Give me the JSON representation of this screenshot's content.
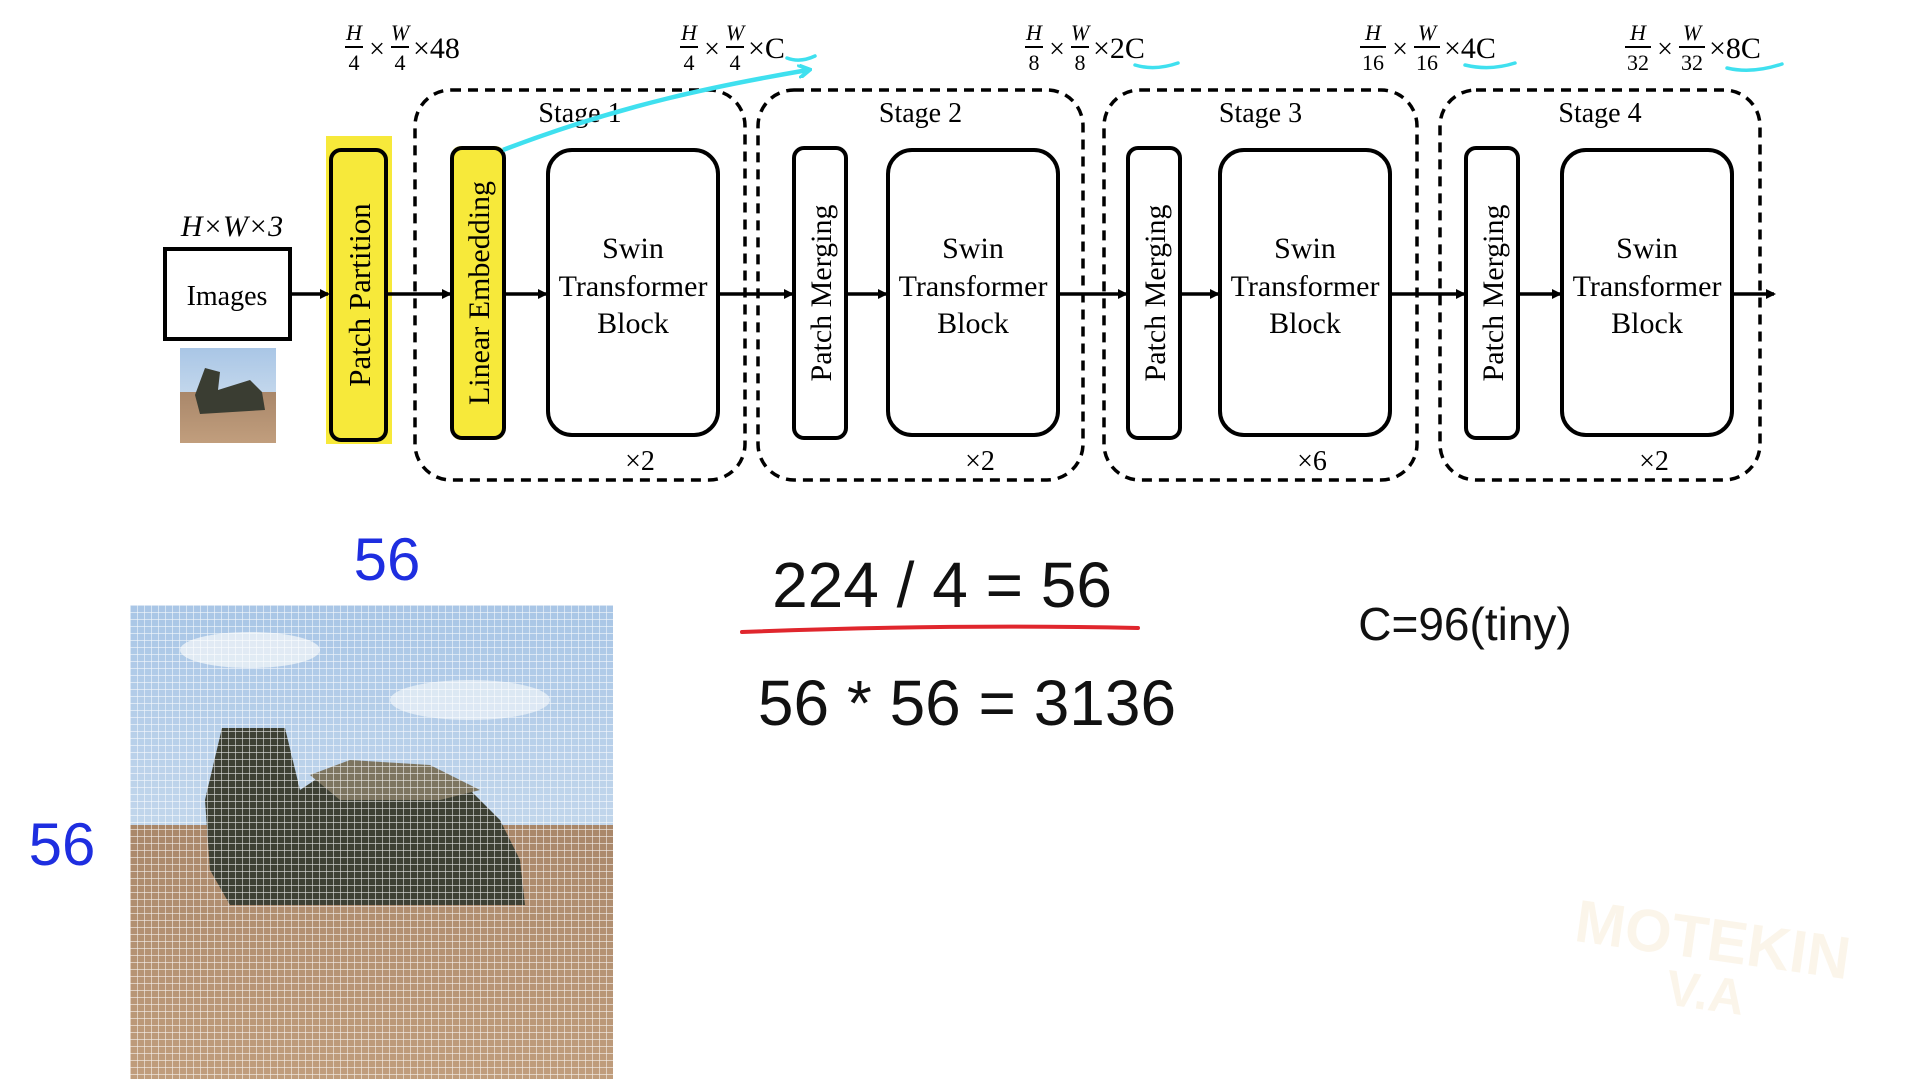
{
  "input": {
    "dims_label": "H×W×3",
    "box_label": "Images"
  },
  "patch_partition": {
    "label": "Patch Partition"
  },
  "dim_labels": [
    {
      "num1": "H",
      "den1": "4",
      "num2": "W",
      "den2": "4",
      "tail": "×48"
    },
    {
      "num1": "H",
      "den1": "4",
      "num2": "W",
      "den2": "4",
      "tail": "×C"
    },
    {
      "num1": "H",
      "den1": "8",
      "num2": "W",
      "den2": "8",
      "tail": "×2C"
    },
    {
      "num1": "H",
      "den1": "16",
      "num2": "W",
      "den2": "16",
      "tail": "×4C"
    },
    {
      "num1": "H",
      "den1": "32",
      "num2": "W",
      "den2": "32",
      "tail": "×8C"
    }
  ],
  "stages": [
    {
      "title": "Stage 1",
      "first_block": "Linear Embedding",
      "block_line1": "Swin",
      "block_line2": "Transformer",
      "block_line3": "Block",
      "repeat": "×2"
    },
    {
      "title": "Stage 2",
      "first_block": "Patch Merging",
      "block_line1": "Swin",
      "block_line2": "Transformer",
      "block_line3": "Block",
      "repeat": "×2"
    },
    {
      "title": "Stage 3",
      "first_block": "Patch Merging",
      "block_line1": "Swin",
      "block_line2": "Transformer",
      "block_line3": "Block",
      "repeat": "×6"
    },
    {
      "title": "Stage 4",
      "first_block": "Patch Merging",
      "block_line1": "Swin",
      "block_line2": "Transformer",
      "block_line3": "Block",
      "repeat": "×2"
    }
  ],
  "grid": {
    "top_label": "56",
    "left_label": "56",
    "cells": 56
  },
  "math": {
    "line1": "224 / 4 = 56",
    "line2": "56 * 56 = 3136",
    "note": "C=96(tiny)"
  },
  "watermark": {
    "line1": "MOTEKIN",
    "line2": "V.A"
  },
  "colors": {
    "highlight_yellow": "#f7e93a",
    "arrow_cyan": "#3fe0ef",
    "underline_red": "#e0262d",
    "blue_label": "#1e2ee0",
    "sky": "#b8d0e8",
    "ground": "#b48f6e"
  }
}
